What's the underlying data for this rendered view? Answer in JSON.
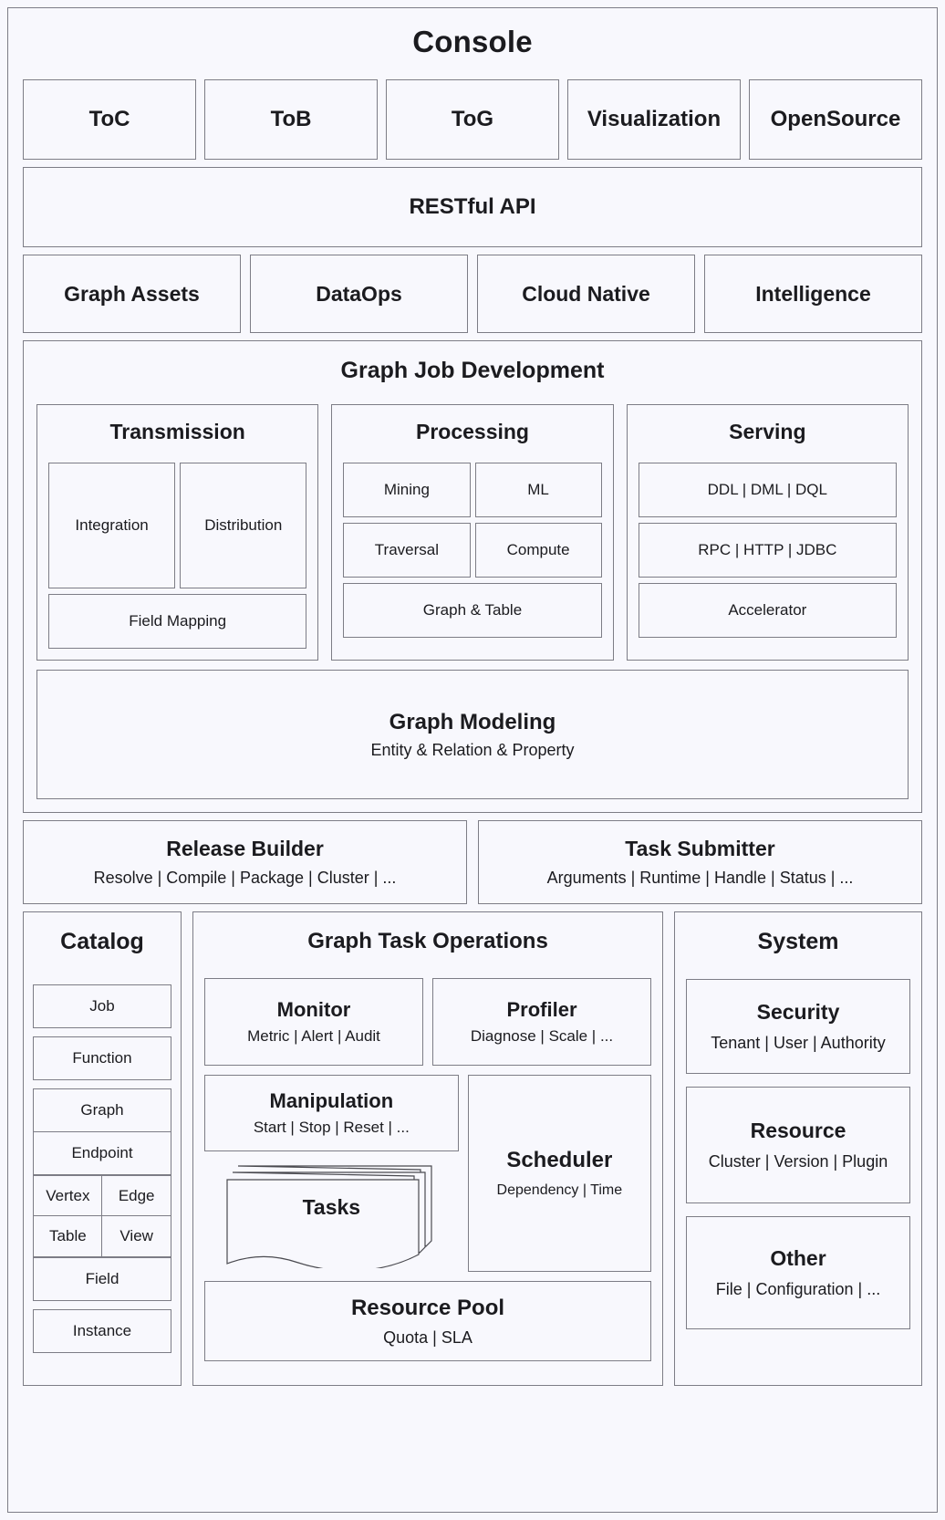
{
  "console": {
    "title": "Console",
    "channels": [
      {
        "label": "ToC"
      },
      {
        "label": "ToB"
      },
      {
        "label": "ToG"
      },
      {
        "label": "Visualization"
      },
      {
        "label": "OpenSource"
      }
    ],
    "api": {
      "label": "RESTful API"
    },
    "platforms": [
      {
        "label": "Graph Assets"
      },
      {
        "label": "DataOps"
      },
      {
        "label": "Cloud Native"
      },
      {
        "label": "Intelligence"
      }
    ]
  },
  "graph_job_development": {
    "title": "Graph Job Development",
    "transmission": {
      "title": "Transmission",
      "integration": "Integration",
      "distribution": "Distribution",
      "field_mapping": "Field Mapping"
    },
    "processing": {
      "title": "Processing",
      "mining": "Mining",
      "ml": "ML",
      "traversal": "Traversal",
      "compute": "Compute",
      "graph_table": "Graph & Table"
    },
    "serving": {
      "title": "Serving",
      "languages": "DDL | DML | DQL",
      "protocols": "RPC | HTTP | JDBC",
      "accelerator": "Accelerator"
    },
    "graph_modeling": {
      "title": "Graph Modeling",
      "subtitle": "Entity & Relation & Property"
    }
  },
  "release_builder": {
    "title": "Release Builder",
    "subtitle": "Resolve | Compile | Package | Cluster | ..."
  },
  "task_submitter": {
    "title": "Task Submitter",
    "subtitle": "Arguments | Runtime | Handle | Status | ..."
  },
  "catalog": {
    "title": "Catalog",
    "job": "Job",
    "function": "Function",
    "graph": "Graph",
    "endpoint": "Endpoint",
    "vertex": "Vertex",
    "edge": "Edge",
    "table": "Table",
    "view": "View",
    "field": "Field",
    "instance": "Instance"
  },
  "graph_task_operations": {
    "title": "Graph Task Operations",
    "monitor": {
      "title": "Monitor",
      "subtitle": "Metric | Alert | Audit"
    },
    "profiler": {
      "title": "Profiler",
      "subtitle": "Diagnose | Scale | ..."
    },
    "manipulation": {
      "title": "Manipulation",
      "subtitle": "Start | Stop | Reset | ..."
    },
    "tasks": {
      "title": "Tasks"
    },
    "scheduler": {
      "title": "Scheduler",
      "subtitle": "Dependency | Time"
    },
    "resource_pool": {
      "title": "Resource Pool",
      "subtitle": "Quota | SLA"
    }
  },
  "system": {
    "title": "System",
    "security": {
      "title": "Security",
      "subtitle": "Tenant | User | Authority"
    },
    "resource": {
      "title": "Resource",
      "subtitle": "Cluster | Version | Plugin"
    },
    "other": {
      "title": "Other",
      "subtitle": "File | Configuration | ..."
    }
  },
  "colors": {
    "background": "#f8f8fd",
    "border": "#7d7d86",
    "text": "#1b1b1f"
  }
}
